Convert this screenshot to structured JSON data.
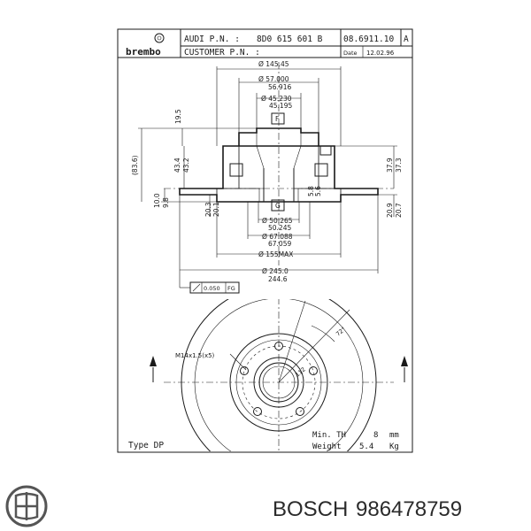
{
  "title_block": {
    "logo_text": "brembo",
    "audi_pn_label": "AUDI P.N. :",
    "audi_pn_value": "8D0 615 601 B",
    "part_number": "08.6911.10",
    "revision": "A",
    "customer_pn_label": "CUSTOMER P.N. :",
    "date_label": "Date",
    "date_value": "12.02.96"
  },
  "dimensions": {
    "d145": "Ø 145.45",
    "d57a": "Ø 57.000",
    "d57b": "56.916",
    "d45a": "Ø 45.230",
    "d45b": "45.195",
    "h19": "19.5",
    "h83": "(83.6)",
    "h43a": "43.4",
    "h43b": "43.2",
    "h10a": "10.0",
    "h10b": "9.8",
    "h20a": "20.3",
    "h20b": "20.1",
    "h5a": "5.8",
    "h5b": "5.6",
    "r37a": "37.9",
    "r37b": "37.3",
    "r20a": "20.9",
    "r20b": "20.7",
    "d50a": "Ø 50.265",
    "d50b": "50.245",
    "d67a": "Ø 67.088",
    "d67b": "67.059",
    "d155": "Ø 155MAX",
    "d245a": "Ø 245.0",
    "d245b": "244.6",
    "tol_box": "0.050",
    "tol_ref": "FG",
    "datum_f": "F",
    "datum_g": "G",
    "thread": "M14x1.5(x5)",
    "angle": "72°",
    "pcd": "112"
  },
  "notes": {
    "type_label": "Type DP",
    "min_th_label": "Min. TH",
    "min_th_value": "8",
    "min_th_unit": "mm",
    "weight_label": "Weight",
    "weight_value": "5.4",
    "weight_unit": "Kg"
  },
  "footer": {
    "brand": "BOSCH",
    "part_code": "986478759"
  }
}
